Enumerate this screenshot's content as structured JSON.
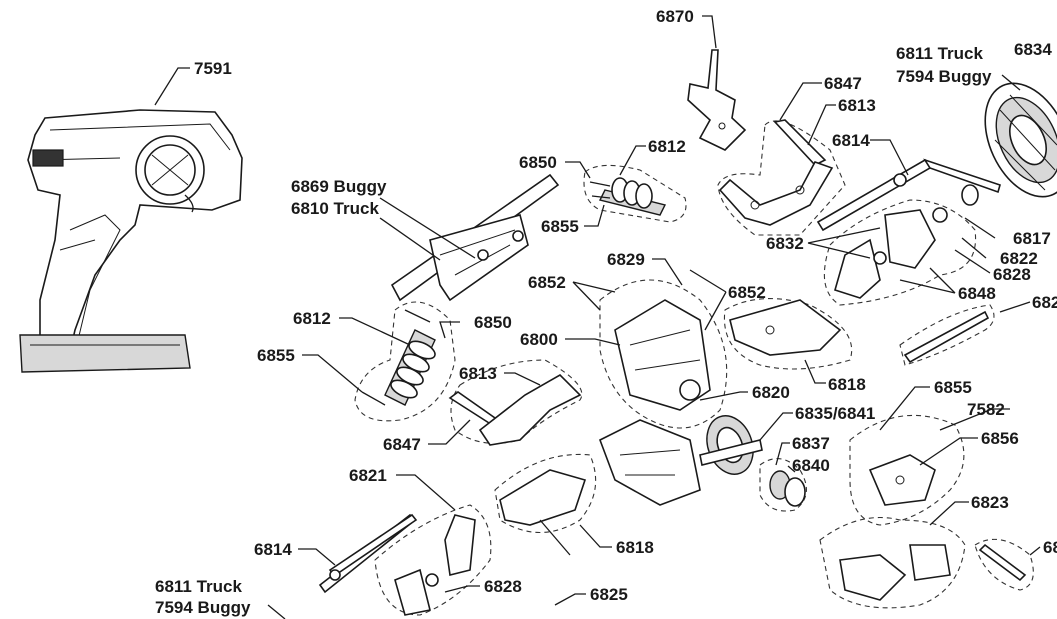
{
  "callouts": {
    "c7591": "7591",
    "c6870": "6870",
    "c6811_truck_top": "6811 Truck",
    "c7594_buggy_top": "7594 Buggy",
    "c6834": "6834",
    "c6847_top": "6847",
    "c6813_top": "6813",
    "c6814_top": "6814",
    "c6812_top": "6812",
    "c6850_top": "6850",
    "c6855_top": "6855",
    "c6869_buggy": "6869 Buggy",
    "c6810_truck": "6810 Truck",
    "c6817": "6817",
    "c6822": "6822",
    "c6828_right": "6828",
    "c6832": "6832",
    "c6829": "6829",
    "c6852_left": "6852",
    "c6852_right": "6852",
    "c6848": "6848",
    "c682_cut": "682",
    "c6812_left": "6812",
    "c6850_left": "6850",
    "c6855_left": "6855",
    "c6800": "6800",
    "c6813_left": "6813",
    "c6818_right": "6818",
    "c6820": "6820",
    "c6855_right": "6855",
    "c7582": "7582",
    "c6835_6841": "6835/6841",
    "c6847_left": "6847",
    "c6837": "6837",
    "c6856": "6856",
    "c6840": "6840",
    "c6821": "6821",
    "c6823": "6823",
    "c6818_bottom": "6818",
    "c6814_left": "6814",
    "c68_cut": "68",
    "c6828_bottom": "6828",
    "c6811_truck_bottom": "6811 Truck",
    "c7594_buggy_bottom": "7594 Buggy",
    "c6825": "6825"
  }
}
